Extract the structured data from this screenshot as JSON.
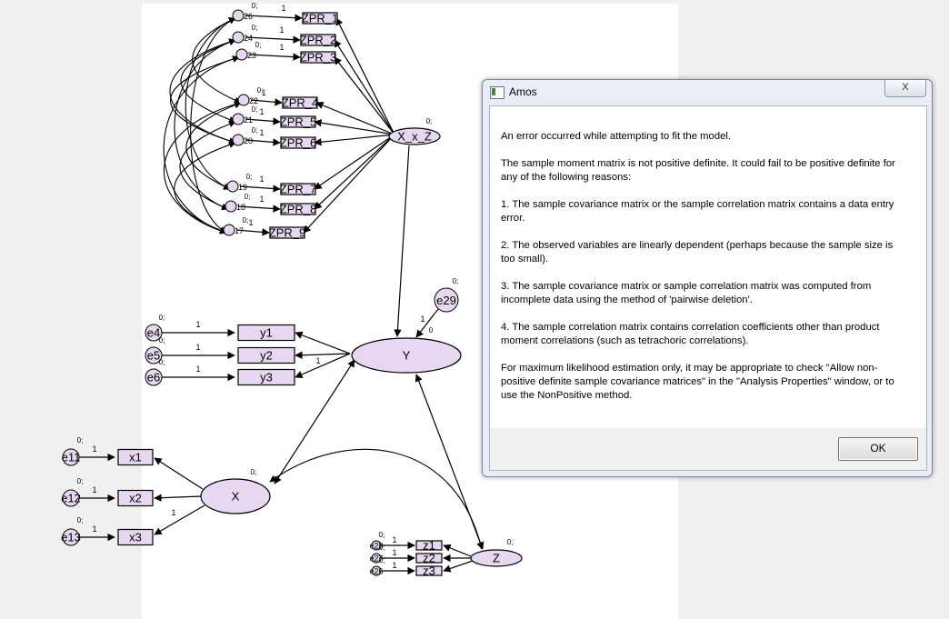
{
  "diagram": {
    "interaction_latent": "X_x_Z",
    "interaction_indicators": [
      "ZPR_1",
      "ZPR_2",
      "ZPR_3",
      "ZPR_4",
      "ZPR_5",
      "ZPR_6",
      "ZPR_7",
      "ZPR_8",
      "ZPR_9"
    ],
    "latent_y": "Y",
    "latent_x": "X",
    "latent_z": "Z",
    "y_indicators": [
      "y1",
      "y2",
      "y3"
    ],
    "x_indicators": [
      "x1",
      "x2",
      "x3"
    ],
    "z_indicators": [
      "z1",
      "z2",
      "z3"
    ],
    "y_errors": [
      "e4",
      "e5",
      "e6"
    ],
    "x_errors": [
      "e11",
      "e12",
      "e13"
    ],
    "z_errors": [
      "e28",
      "e27",
      "e26"
    ],
    "disturbance": "e29",
    "mean_label": "0;",
    "loading_label": "1",
    "zero_label": "0",
    "zpr_error_suffixes": [
      "26",
      "24",
      "23",
      "22",
      "21",
      "20",
      "19",
      "18",
      "17"
    ]
  },
  "dialog": {
    "title": "Amos",
    "close_label": "X",
    "messages": [
      "An error occurred while attempting to fit the model.",
      "The sample moment matrix is not positive definite. It could fail to be positive definite for any of the following reasons:",
      "1. The sample covariance matrix or the sample correlation matrix contains a data entry error.",
      "2. The observed variables are linearly dependent (perhaps because the sample size is too small).",
      "3. The sample covariance matrix or sample correlation matrix was computed from incomplete data using the method of 'pairwise deletion'.",
      "4. The sample correlation matrix contains correlation coefficients other than product moment correlations (such as tetrachoric correlations).",
      "For maximum likelihood estimation only, it may be appropriate to check \"Allow non-positive definite sample covariance matrices\" in the \"Analysis Properties\" window, or to use the NonPositive method."
    ],
    "ok_label": "OK"
  },
  "colors": {
    "node_fill": "#e7d7f1",
    "node_stroke": "#000000",
    "paper": "#ffffff",
    "workspace": "#f0f0f0"
  }
}
